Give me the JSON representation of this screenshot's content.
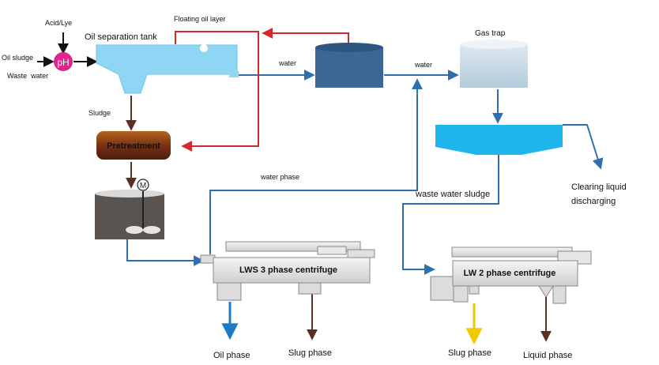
{
  "labels": {
    "acid_lye": "Acid/Lye",
    "ph": "pH",
    "oil_sludge": "Oil sludge",
    "waste_water": "Waste  water",
    "oil_separation_tank": "Oil separation tank",
    "floating_oil_layer": "Floating oil layer",
    "water_1": "water",
    "water_2": "water",
    "gas_trap": "Gas trap",
    "sludge": "Sludge",
    "pretreatment": "Pretreatment",
    "motor": "M",
    "water_phase": "water phase",
    "waste_water_sludge": "waste water sludge",
    "clearing_liquid_1": "Clearing liquid",
    "clearing_liquid_2": "discharging",
    "lws_centrifuge": "LWS 3 phase centrifuge",
    "lw2_centrifuge": "LW 2  phase centrifuge",
    "oil_phase": "Oil phase",
    "slug_phase_1": "Slug phase",
    "slug_phase_2": "Slug phase",
    "liquid_phase": "Liquid phase"
  },
  "colors": {
    "blue_flow": "#2f6fb0",
    "red_flow": "#d42a2a",
    "sludge_flow": "#5b2f22",
    "oil_flow": "#1f7ac6",
    "yellow_flow": "#f2c800",
    "separation_tank": "#8fd6f5",
    "water_tank": "#3a6795",
    "gas_trap": "#b9d0df",
    "clarifier": "#1fb4ec",
    "pretreatment": "#6b2c12",
    "mixing_tank": "#5a5450",
    "ph_marker": "#e0248a"
  }
}
